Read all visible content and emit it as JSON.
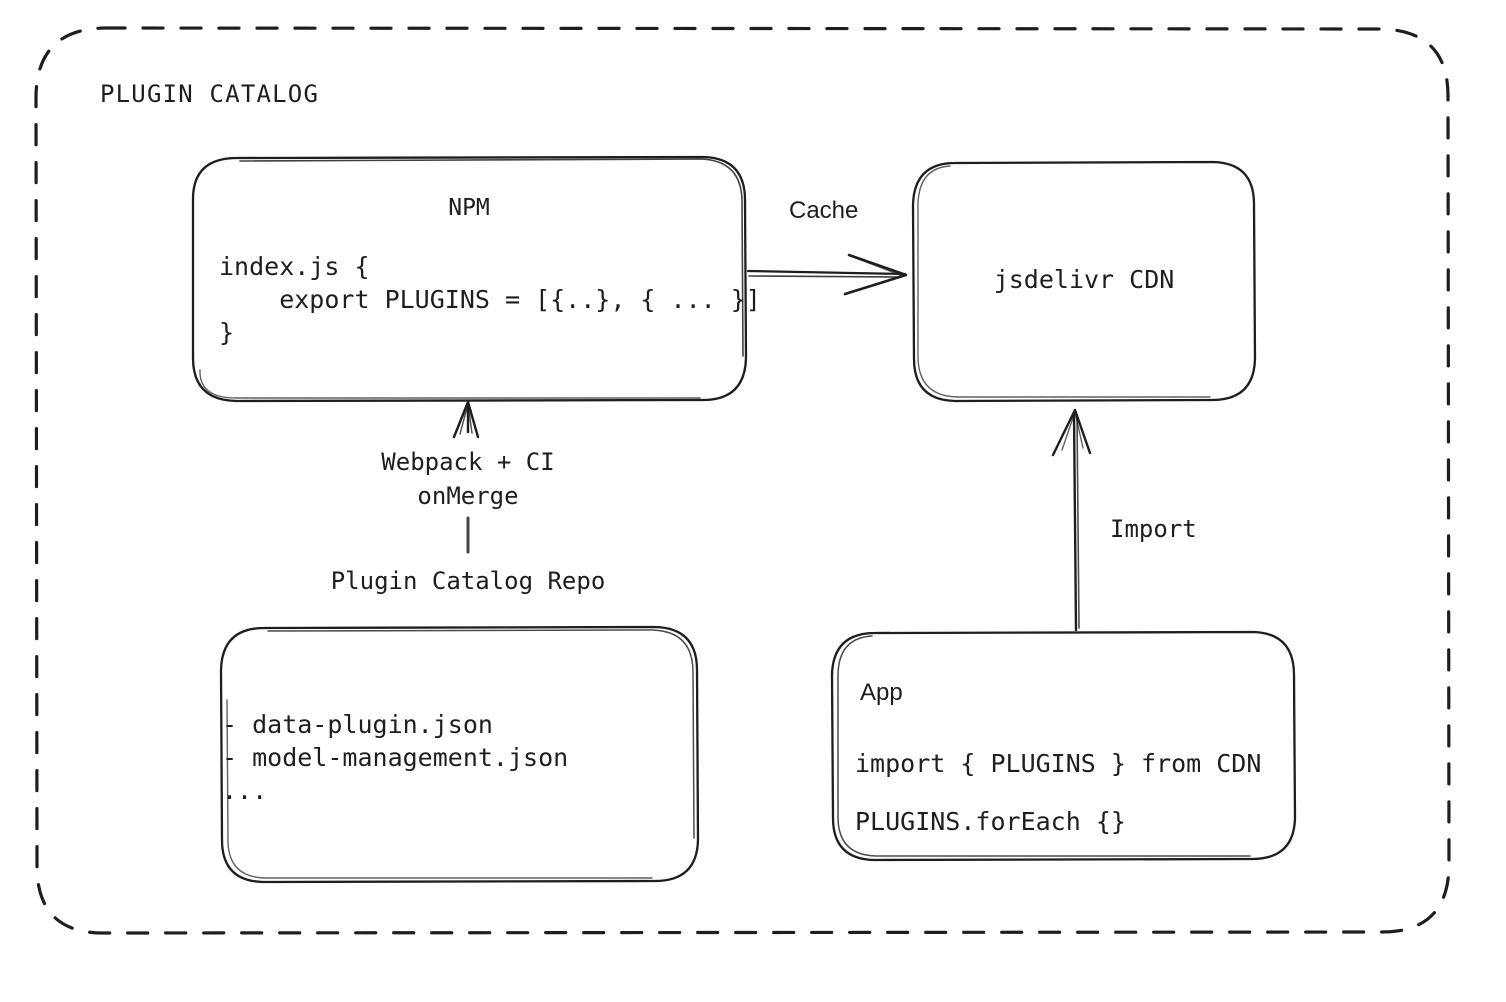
{
  "diagram": {
    "title": "PLUGIN CATALOG",
    "background_color": "#ffffff",
    "stroke_color": "#1e1e1e",
    "style": "hand-drawn"
  },
  "nodes": {
    "npm": {
      "title": "NPM",
      "code_lines": [
        "index.js {",
        "    export PLUGINS = [{..}, { ... }]",
        "}"
      ],
      "code_block": "index.js {\n    export PLUGINS = [{..}, { ... }]\n}"
    },
    "cdn": {
      "title": "jsdelivr CDN"
    },
    "repo": {
      "caption": "Plugin Catalog Repo",
      "file_lines": [
        "- data-plugin.json",
        "- model-management.json",
        "..."
      ],
      "file_block": "- data-plugin.json\n- model-management.json\n..."
    },
    "app": {
      "title": "App",
      "code_lines": [
        "import { PLUGINS } from CDN",
        "PLUGINS.forEach {}"
      ],
      "code_block": "import { PLUGINS } from CDN\nPLUGINS.forEach {}"
    }
  },
  "edges": {
    "cache": {
      "label": "Cache",
      "from": "npm",
      "to": "cdn",
      "direction": "right"
    },
    "build": {
      "label": "Webpack + CI\nonMerge",
      "label_line1": "Webpack + CI",
      "label_line2": "onMerge",
      "from": "repo",
      "to": "npm",
      "direction": "up"
    },
    "import": {
      "label": "Import",
      "from": "app",
      "to": "cdn",
      "direction": "up"
    }
  }
}
